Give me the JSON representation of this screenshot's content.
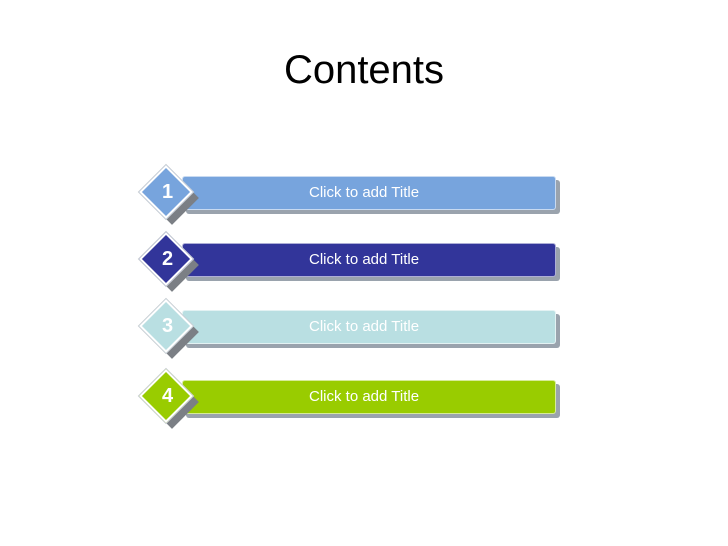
{
  "slide": {
    "title": "Contents"
  },
  "items": [
    {
      "number": "1",
      "label": "Click to add Title",
      "bar_color": "#77a4dd",
      "badge_color": "#77a4dd",
      "text_color": "#ffffff"
    },
    {
      "number": "2",
      "label": "Click to add Title",
      "bar_color": "#32359a",
      "badge_color": "#32359a",
      "text_color": "#ffffff"
    },
    {
      "number": "3",
      "label": "Click to add Title",
      "bar_color": "#b9dfe2",
      "badge_color": "#b9dfe2",
      "text_color": "#ffffff"
    },
    {
      "number": "4",
      "label": "Click to add Title",
      "bar_color": "#99cc00",
      "badge_color": "#99cc00",
      "text_color": "#ffffff"
    }
  ]
}
